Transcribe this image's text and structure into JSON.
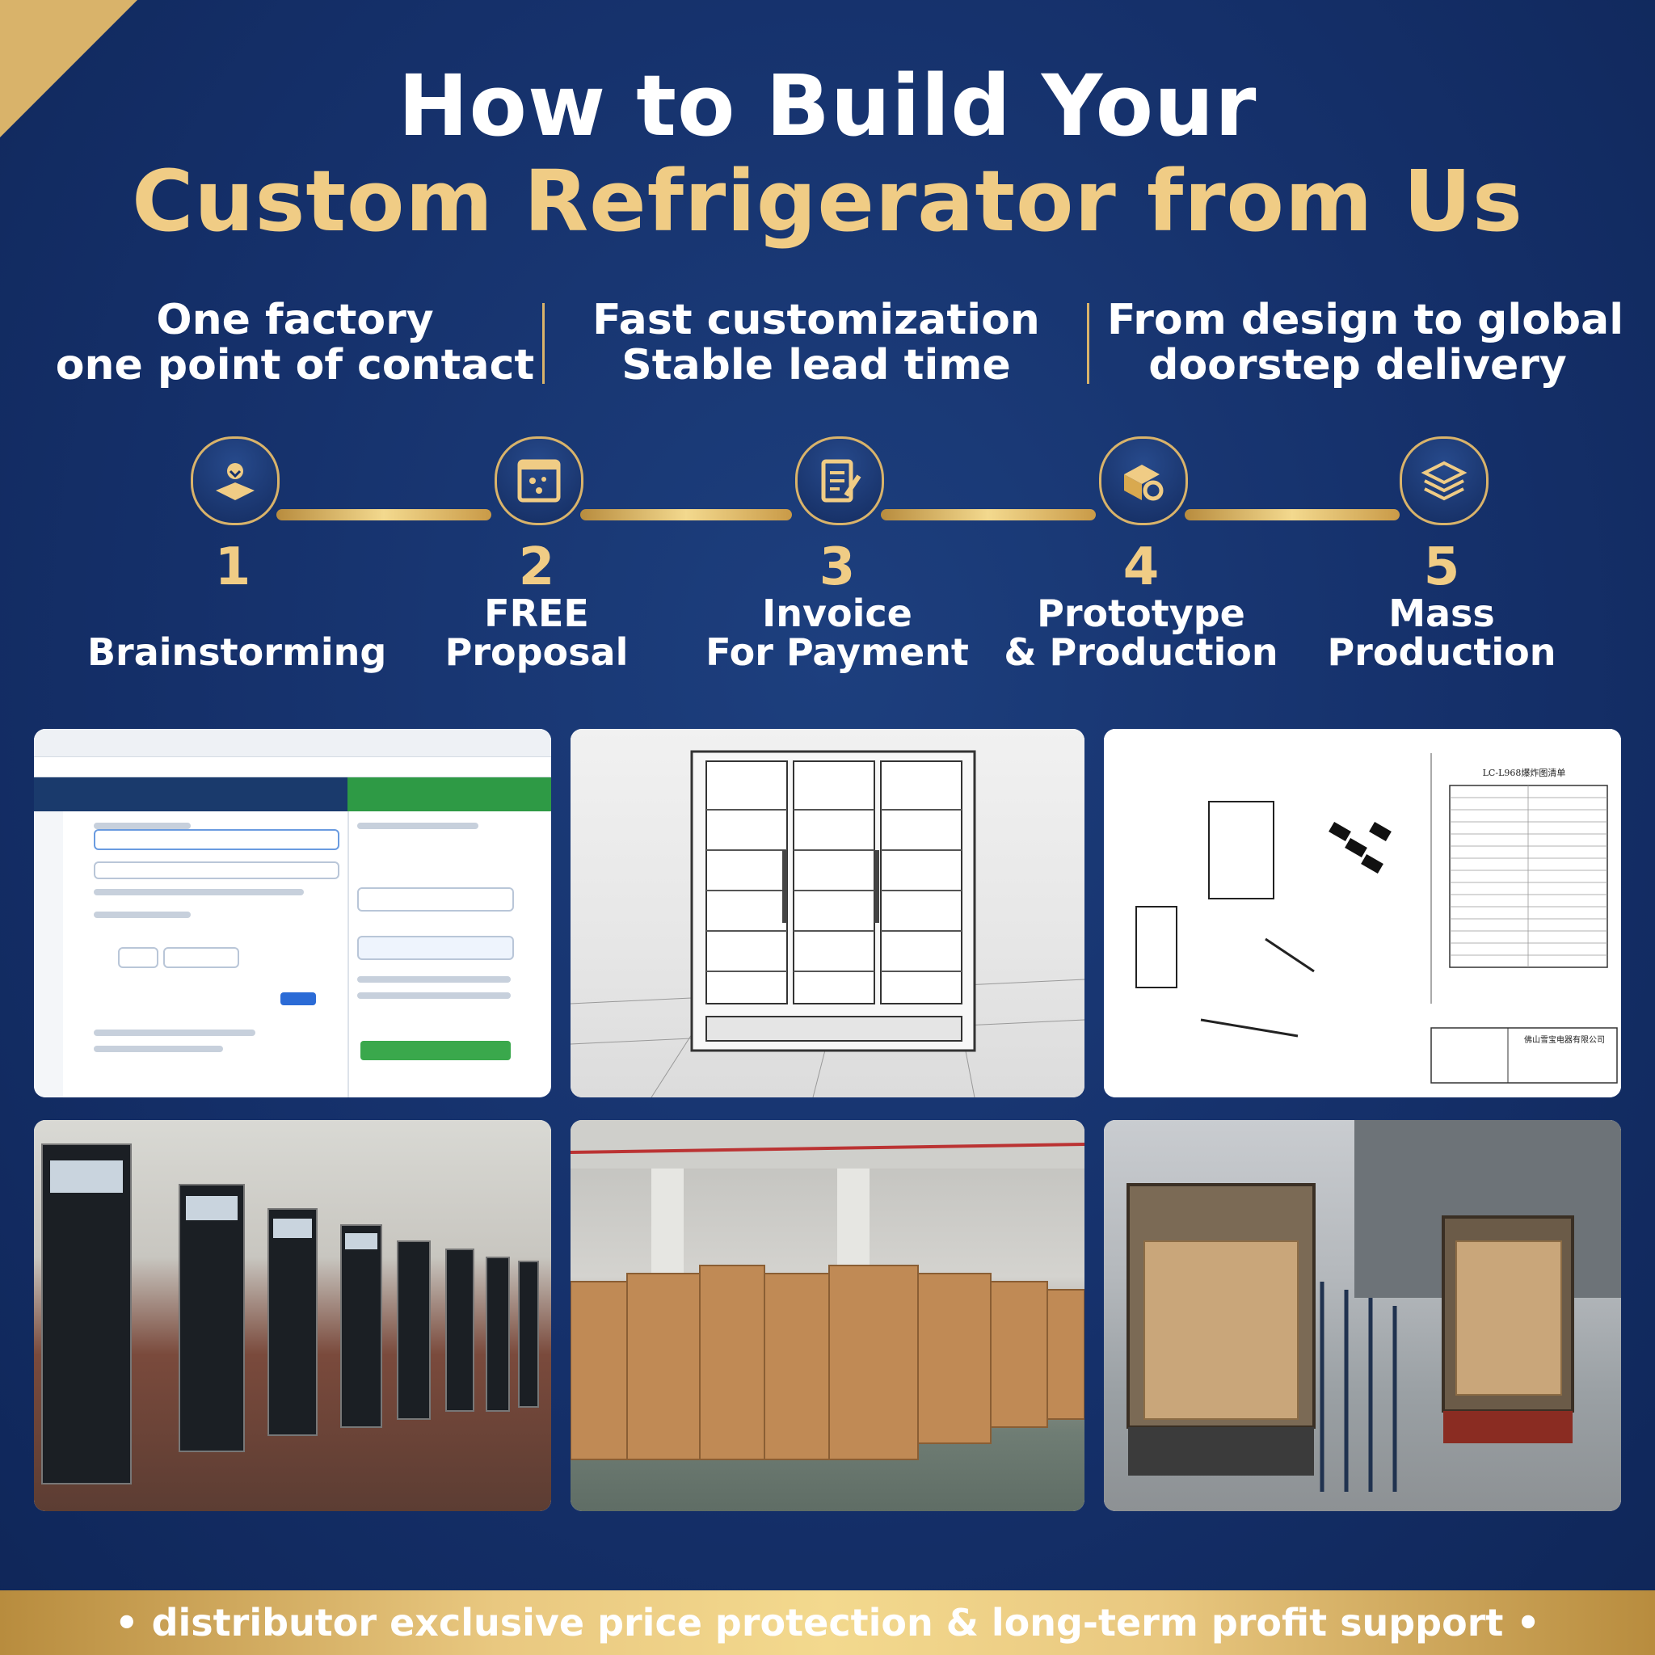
{
  "header": {
    "title_line1": "How to Build Your",
    "title_line2": "Custom Refrigerator from Us"
  },
  "features": [
    {
      "line1": "One factory",
      "line2": "one point of contact"
    },
    {
      "line1": "Fast customization",
      "line2": "Stable lead time"
    },
    {
      "line1": "From design to global",
      "line2": "doorstep delivery"
    }
  ],
  "steps": [
    {
      "number": "1",
      "line1": "",
      "line2": "Brainstorming",
      "icon": "idea-hand-icon"
    },
    {
      "number": "2",
      "line1": "FREE",
      "line2": "Proposal",
      "icon": "proposal-board-icon"
    },
    {
      "number": "3",
      "line1": "Invoice",
      "line2": "For Payment",
      "icon": "invoice-document-icon"
    },
    {
      "number": "4",
      "line1": "Prototype",
      "line2": "& Production",
      "icon": "box-gear-icon"
    },
    {
      "number": "5",
      "line1": "Mass",
      "line2": "Production",
      "icon": "layers-icon"
    }
  ],
  "drawing": {
    "table_title": "LC-L968爆炸图清单",
    "company": "佛山雪宝电器有限公司"
  },
  "footer": {
    "text": "• distributor exclusive price protection & long-term profit support •"
  },
  "colors": {
    "background": "#15306a",
    "accent_gold": "#f0cc85",
    "line_gold": "#d9b36a"
  }
}
